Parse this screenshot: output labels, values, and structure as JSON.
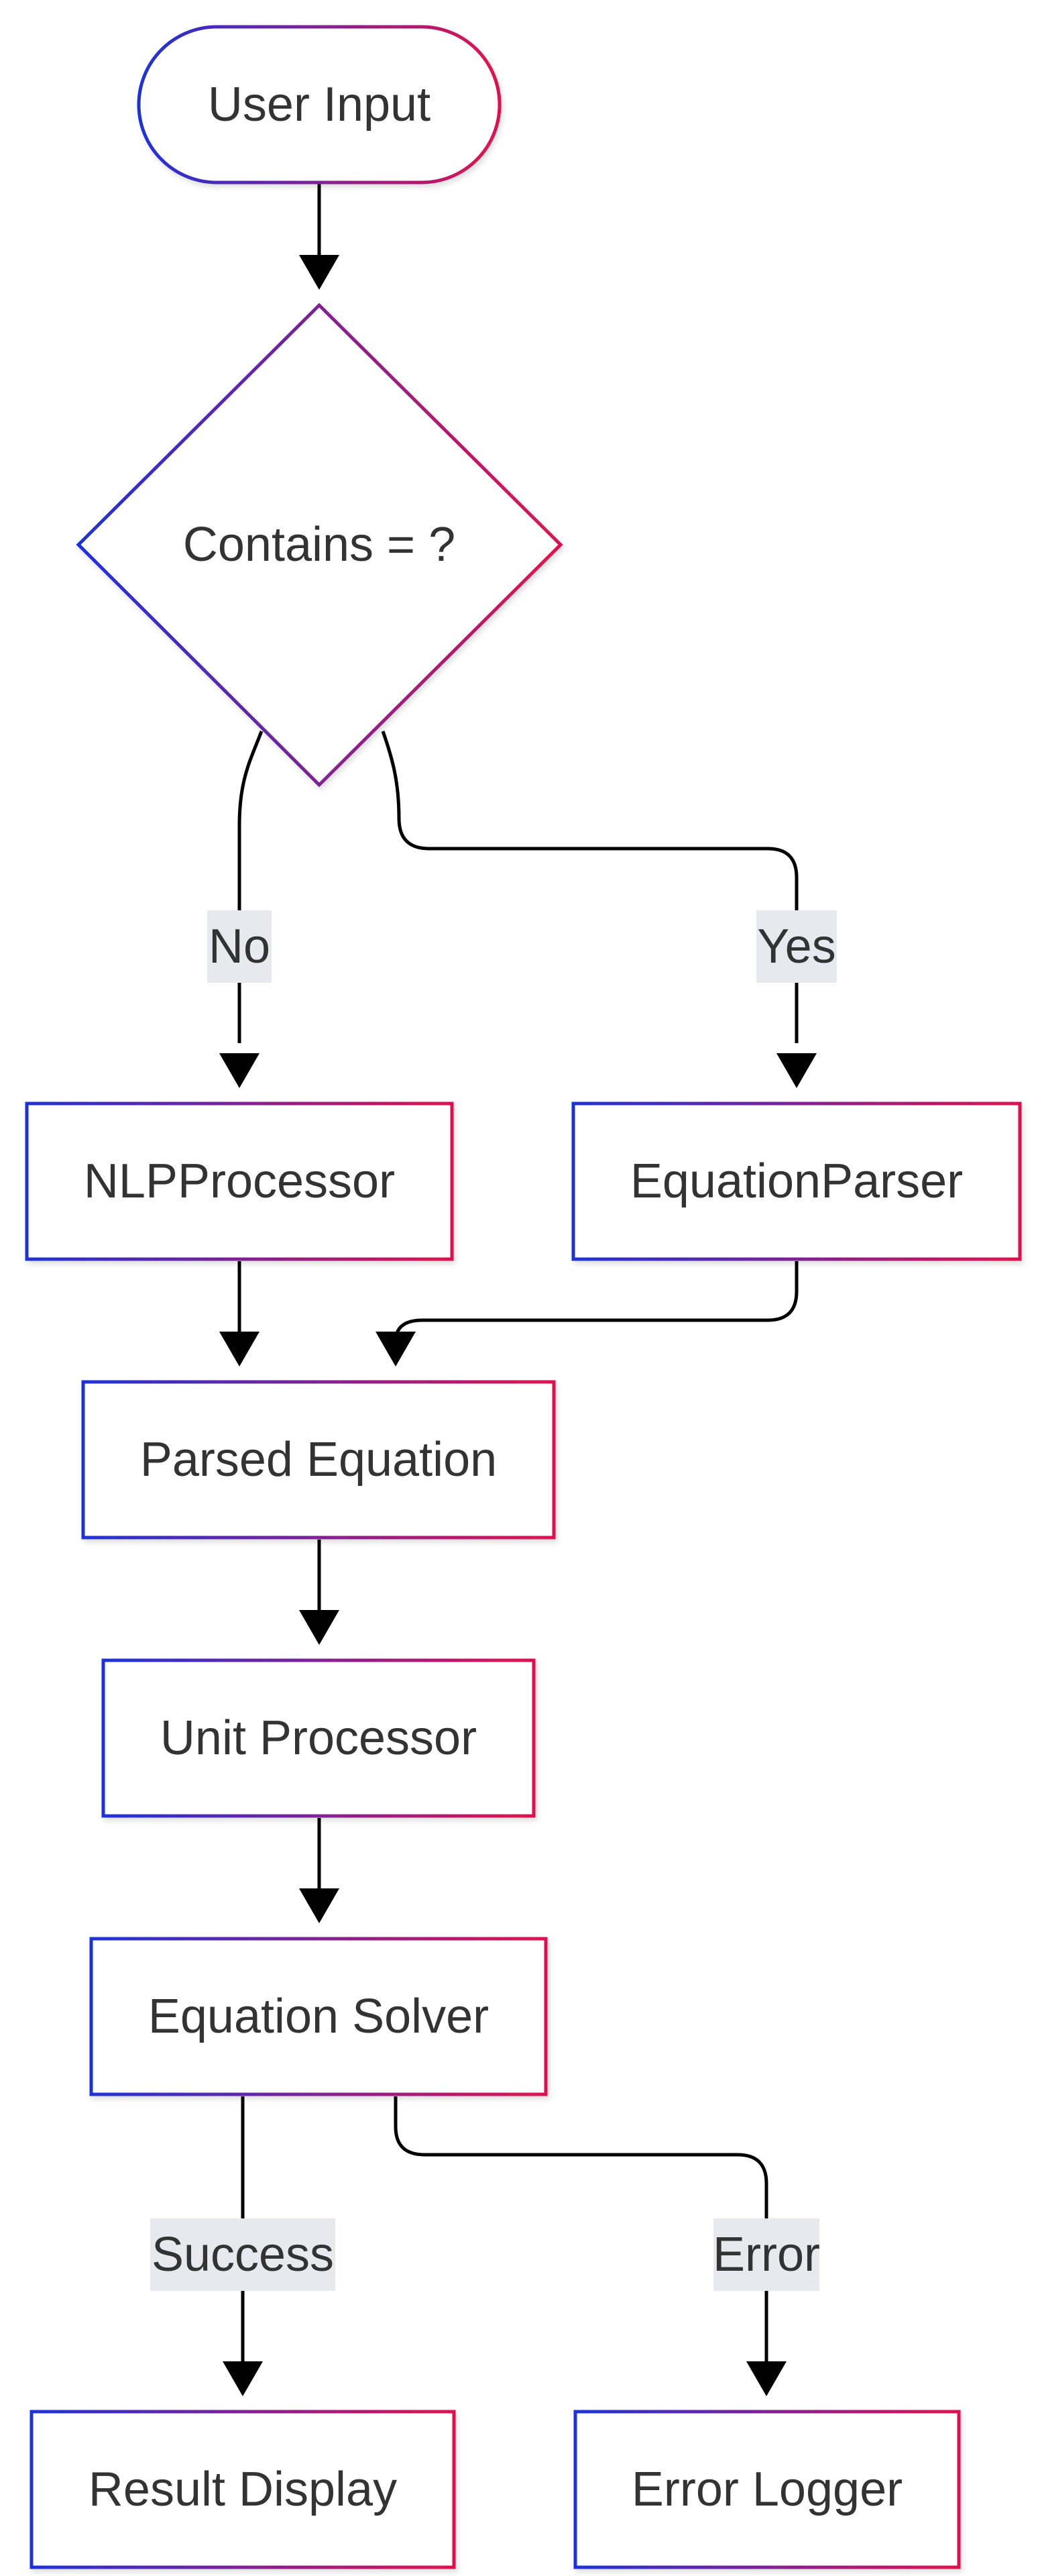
{
  "nodes": [
    {
      "id": "user-input",
      "label": "User Input",
      "shape": "stadium"
    },
    {
      "id": "contains-eq",
      "label": "Contains = ?",
      "shape": "diamond"
    },
    {
      "id": "nlp-processor",
      "label": "NLPProcessor",
      "shape": "rect"
    },
    {
      "id": "equation-parser",
      "label": "EquationParser",
      "shape": "rect"
    },
    {
      "id": "parsed-equation",
      "label": "Parsed Equation",
      "shape": "rect"
    },
    {
      "id": "unit-processor",
      "label": "Unit Processor",
      "shape": "rect"
    },
    {
      "id": "equation-solver",
      "label": "Equation Solver",
      "shape": "rect"
    },
    {
      "id": "result-display",
      "label": "Result Display",
      "shape": "rect"
    },
    {
      "id": "error-logger",
      "label": "Error Logger",
      "shape": "rect"
    }
  ],
  "edges": [
    {
      "id": "e1",
      "from": "user-input",
      "to": "contains-eq",
      "label": ""
    },
    {
      "id": "e2",
      "from": "contains-eq",
      "to": "nlp-processor",
      "label": "No"
    },
    {
      "id": "e3",
      "from": "contains-eq",
      "to": "equation-parser",
      "label": "Yes"
    },
    {
      "id": "e4",
      "from": "nlp-processor",
      "to": "parsed-equation",
      "label": ""
    },
    {
      "id": "e5",
      "from": "equation-parser",
      "to": "parsed-equation",
      "label": ""
    },
    {
      "id": "e6",
      "from": "parsed-equation",
      "to": "unit-processor",
      "label": ""
    },
    {
      "id": "e7",
      "from": "unit-processor",
      "to": "equation-solver",
      "label": ""
    },
    {
      "id": "e8",
      "from": "equation-solver",
      "to": "result-display",
      "label": "Success"
    },
    {
      "id": "e9",
      "from": "equation-solver",
      "to": "error-logger",
      "label": "Error"
    }
  ],
  "colors": {
    "border_start": "#1e32d8",
    "border_end": "#e0114f",
    "edge": "#000000",
    "text": "#333333",
    "label_bg": "#e8e8ef",
    "background": "#ffffff"
  }
}
